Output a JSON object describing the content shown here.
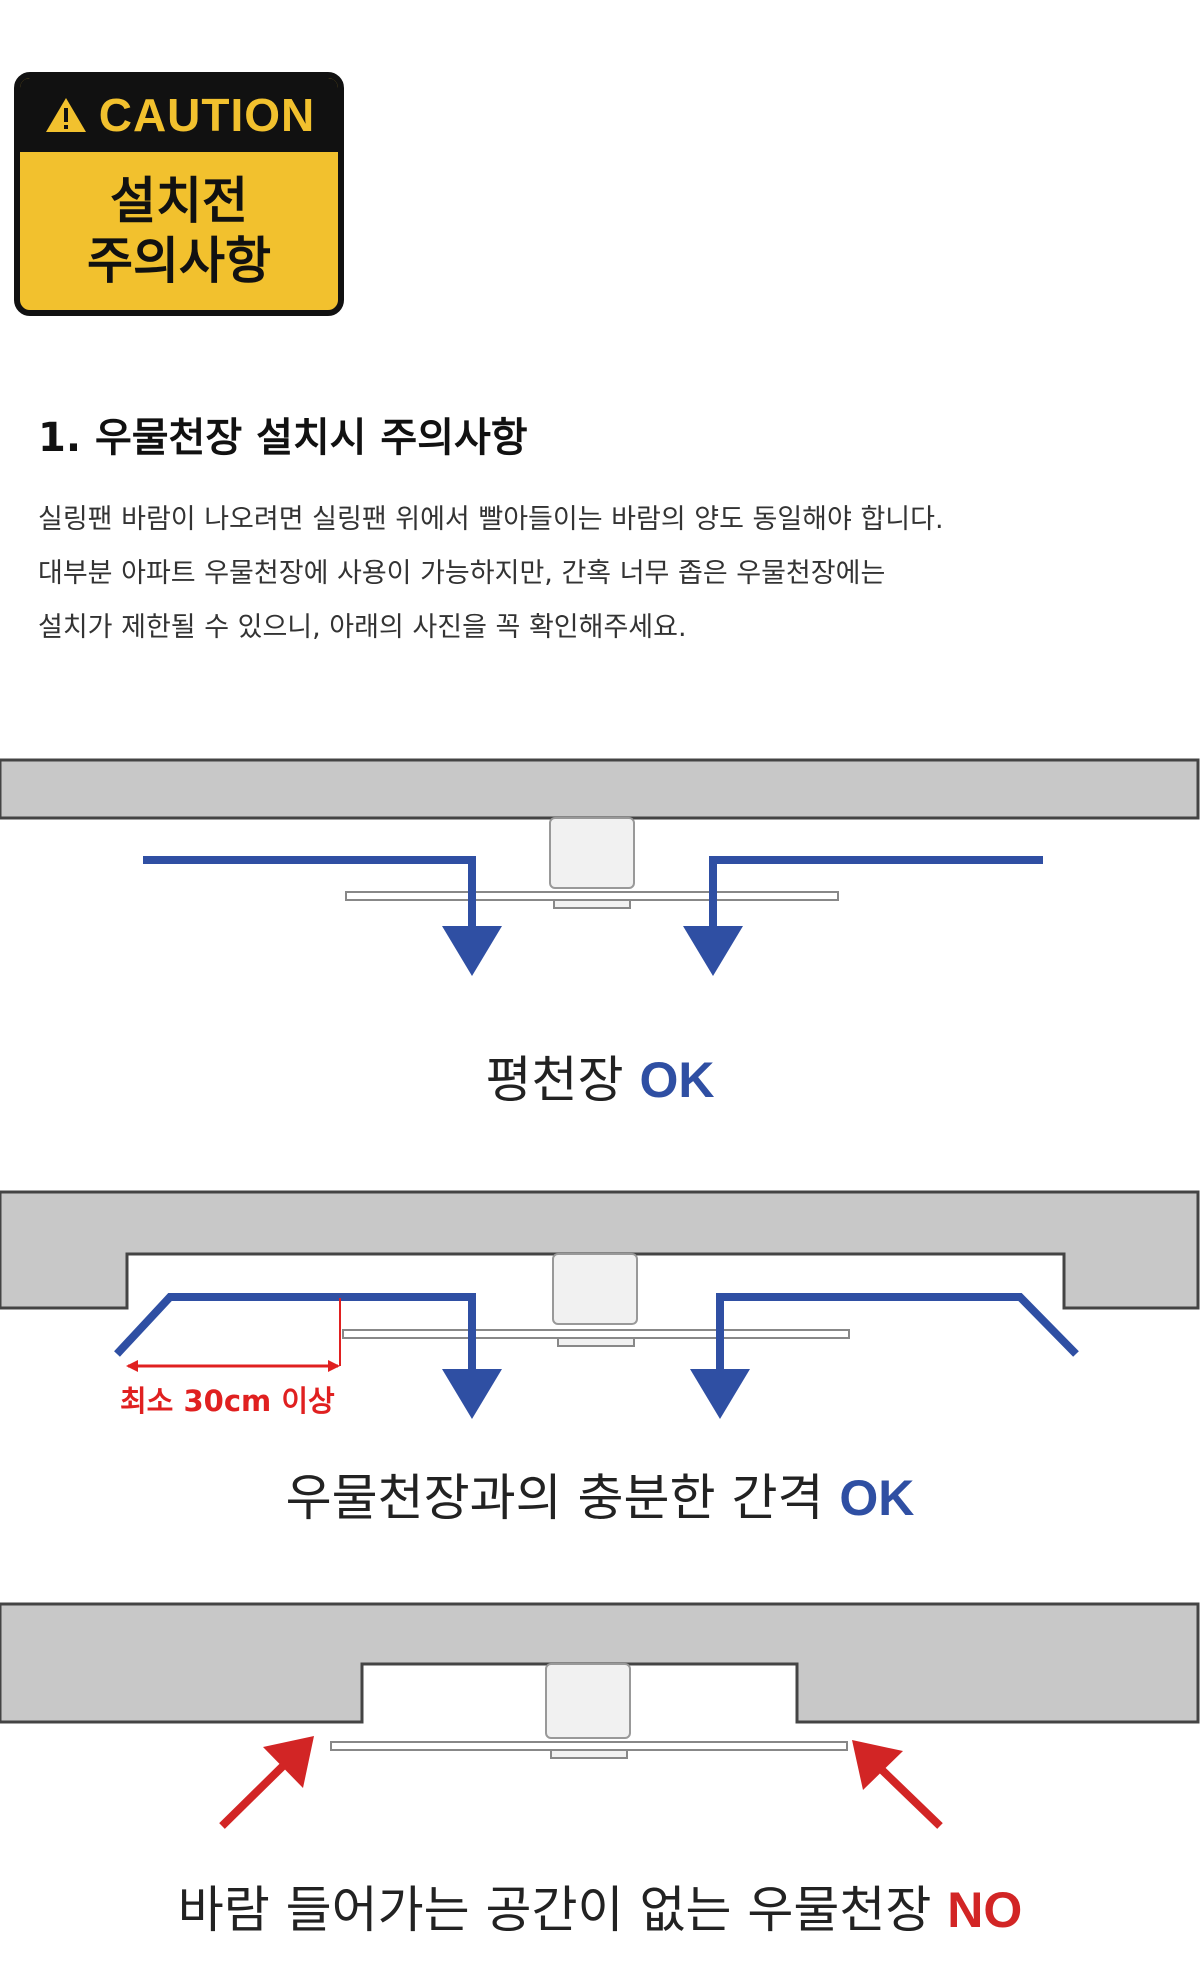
{
  "caution": {
    "label": "CAUTION",
    "title_line1": "설치전",
    "title_line2": "주의사항",
    "icon": "warning-triangle-icon"
  },
  "section": {
    "title": "1. 우물천장 설치시 주의사항",
    "lines": [
      "실링팬 바람이 나오려면 실링팬 위에서 빨아들이는 바람의 양도 동일해야 합니다.",
      "대부분 아파트 우물천장에 사용이 가능하지만, 간혹 너무 좁은 우물천장에는",
      "설치가 제한될 수 있으니, 아래의 사진을 꼭 확인해주세요."
    ]
  },
  "cases": [
    {
      "caption": "평천장 ",
      "verdict": "OK"
    },
    {
      "caption": "우물천장과의 충분한 간격 ",
      "verdict": "OK"
    },
    {
      "caption": "바람 들어가는 공간이 없는 우물천장 ",
      "verdict": "NO"
    }
  ],
  "min_gap_label": "최소 30cm 이상",
  "colors": {
    "caution_yellow": "#f2c12e",
    "ceiling_gray": "#c8c8c8",
    "airflow_blue": "#2f4fa3",
    "no_red": "#d22525"
  }
}
